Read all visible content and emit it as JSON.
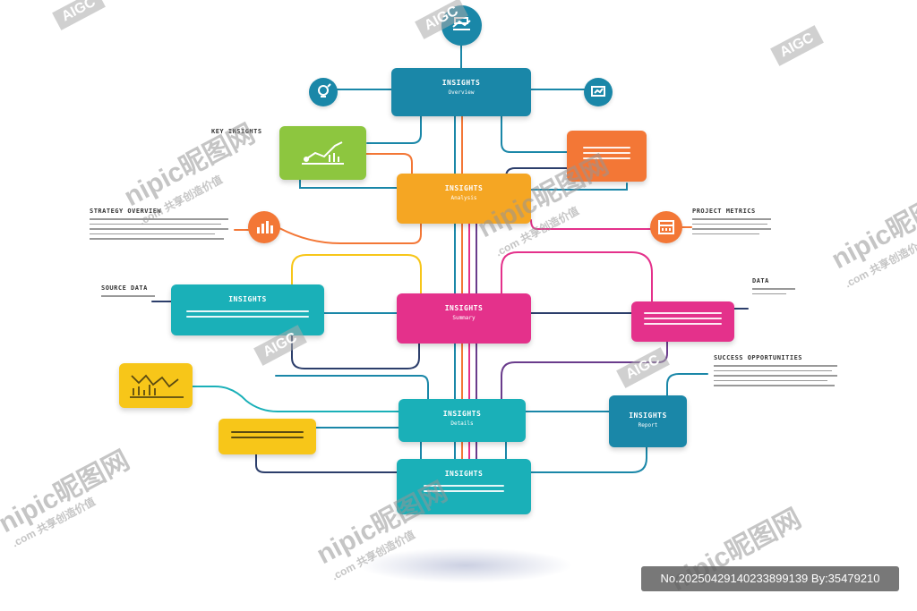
{
  "colors": {
    "teal_blue": "#1a87a8",
    "lime": "#8dc63f",
    "orange": "#f37736",
    "amber": "#f5a623",
    "cyan": "#1ab0b8",
    "magenta": "#e4318b",
    "yellow": "#f7c619",
    "navy": "#2c3e6b",
    "purple": "#6a3c8c"
  },
  "nodes": {
    "top": {
      "title": "INSIGHTS",
      "sub": "Overview"
    },
    "center_amber": {
      "title": "INSIGHTS",
      "sub": "Analysis"
    },
    "center_magenta": {
      "title": "INSIGHTS",
      "sub": "Summary"
    },
    "center_cyan": {
      "title": "INSIGHTS",
      "sub": "Details"
    },
    "bottom": {
      "title": "INSIGHTS"
    },
    "left_cyan": {
      "title": "INSIGHTS"
    },
    "right_teal": {
      "title": "INSIGHTS",
      "sub": "Report"
    }
  },
  "icons": {
    "top": "handshake-icon",
    "left_small": "bulb-icon",
    "right_small": "screen-icon",
    "left_chart": "bar-chart-icon",
    "right_chart": "calendar-chart-icon",
    "lime_chart": "line-chart-icon",
    "yellow_chart": "wave-chart-icon"
  },
  "labels": {
    "left_top": "KEY INSIGHTS",
    "left_mid": "STRATEGY OVERVIEW",
    "left_low": "SOURCE DATA",
    "right_top": "PROJECT METRICS",
    "right_mid": "DATA",
    "right_low": "SUCCESS OPPORTUNITIES"
  },
  "watermarks": {
    "brand": "nipic昵图网",
    "sub": ".com 共享创造价值",
    "aigc": "AIGC",
    "id": "No.20250429140233899139 By:35479210"
  }
}
